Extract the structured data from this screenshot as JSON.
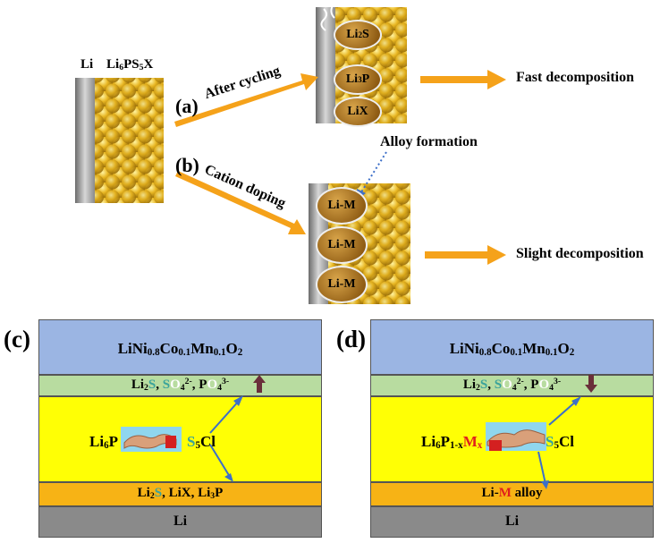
{
  "top": {
    "li_label": "Li",
    "electrolyte_label": {
      "base": "Li",
      "s1": "6",
      "mid": "PS",
      "s2": "5",
      "tail": "X"
    },
    "path_a": {
      "label": "(a)",
      "arrow_text": "After cycling"
    },
    "path_b": {
      "label": "(b)",
      "arrow_text": "Cation doping"
    },
    "cycled_products": [
      {
        "base": "Li",
        "sub": "2",
        "tail": "S"
      },
      {
        "base": "Li",
        "sub": "3",
        "tail": "P"
      },
      {
        "base": "LiX",
        "sub": "",
        "tail": ""
      }
    ],
    "doped_products": [
      "Li-M",
      "Li-M",
      "Li-M"
    ],
    "alloy_label": "Alloy formation",
    "result_fast": "Fast decomposition",
    "result_slight": "Slight decomposition"
  },
  "panel_c": {
    "label": "(c)",
    "cathode": {
      "a": "LiNi",
      "b": "0.8",
      "c": "Co",
      "d": "0.1",
      "e": "Mn",
      "f": "0.1",
      "g": "O",
      "h": "2"
    },
    "interphase": {
      "p1": "Li",
      "p1s": "2",
      "p2": "S",
      "p3": ", ",
      "p4": "S",
      "p5": "O",
      "p6": "4",
      "p7": "2-",
      "p8": ", P",
      "p9": "O",
      "p10": "4",
      "p11": "3-"
    },
    "electrolyte": {
      "a": "Li",
      "b": "6",
      "c": "P",
      "d": "S",
      "e": "5",
      "f": "Cl"
    },
    "anode_interphase": {
      "a": "Li",
      "b": "2",
      "c": "S",
      "d": ", LiX, Li",
      "e": "3",
      "f": "P"
    },
    "anode": "Li",
    "trend": "up"
  },
  "panel_d": {
    "label": "(d)",
    "cathode": {
      "a": "LiNi",
      "b": "0.8",
      "c": "Co",
      "d": "0.1",
      "e": "Mn",
      "f": "0.1",
      "g": "O",
      "h": "2"
    },
    "interphase": {
      "p1": "Li",
      "p1s": "2",
      "p2": "S",
      "p3": ", ",
      "p4": "S",
      "p5": "O",
      "p6": "4",
      "p7": "2-",
      "p8": ", P",
      "p9": "O",
      "p10": "4",
      "p11": "3-"
    },
    "electrolyte": {
      "a": "Li",
      "b": "6",
      "c": "P",
      "c2": "1-x",
      "d": "M",
      "d2": "x",
      "e": "S",
      "f": "5",
      "g": "Cl"
    },
    "anode_interphase": {
      "a": "Li-",
      "b": "M",
      "c": " alloy"
    },
    "anode": "Li",
    "trend": "down"
  },
  "colors": {
    "orange": "#f5a21a",
    "cathode": "#9bb5e3",
    "interphase": "#b8dca0",
    "electrolyte": "#ffff05",
    "anode_interphase": "#f7b315",
    "anode": "#8a8a8a",
    "highlight_teal": "#3aa39b",
    "highlight_red": "#e0201c"
  }
}
